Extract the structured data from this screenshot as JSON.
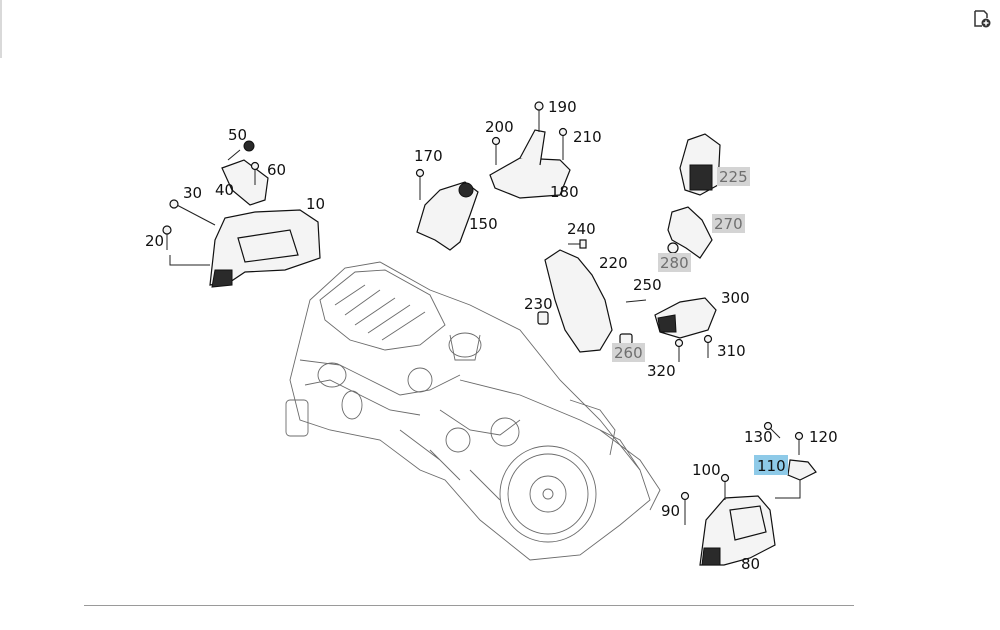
{
  "toolbar": {
    "icon": "add-page-icon"
  },
  "diagram": {
    "callouts": [
      {
        "id": "50",
        "label": "50",
        "state": "normal"
      },
      {
        "id": "60",
        "label": "60",
        "state": "normal"
      },
      {
        "id": "40",
        "label": "40",
        "state": "normal"
      },
      {
        "id": "30",
        "label": "30",
        "state": "normal"
      },
      {
        "id": "10",
        "label": "10",
        "state": "normal"
      },
      {
        "id": "20",
        "label": "20",
        "state": "normal"
      },
      {
        "id": "170",
        "label": "170",
        "state": "normal"
      },
      {
        "id": "200",
        "label": "200",
        "state": "normal"
      },
      {
        "id": "190",
        "label": "190",
        "state": "normal"
      },
      {
        "id": "210",
        "label": "210",
        "state": "normal"
      },
      {
        "id": "180",
        "label": "180",
        "state": "normal"
      },
      {
        "id": "150",
        "label": "150",
        "state": "normal"
      },
      {
        "id": "225",
        "label": "225",
        "state": "unavailable"
      },
      {
        "id": "270",
        "label": "270",
        "state": "unavailable"
      },
      {
        "id": "280",
        "label": "280",
        "state": "unavailable"
      },
      {
        "id": "240",
        "label": "240",
        "state": "normal"
      },
      {
        "id": "220",
        "label": "220",
        "state": "normal"
      },
      {
        "id": "250",
        "label": "250",
        "state": "normal"
      },
      {
        "id": "230",
        "label": "230",
        "state": "normal"
      },
      {
        "id": "300",
        "label": "300",
        "state": "normal"
      },
      {
        "id": "260",
        "label": "260",
        "state": "unavailable"
      },
      {
        "id": "310",
        "label": "310",
        "state": "normal"
      },
      {
        "id": "320",
        "label": "320",
        "state": "normal"
      },
      {
        "id": "130",
        "label": "130",
        "state": "normal"
      },
      {
        "id": "120",
        "label": "120",
        "state": "normal"
      },
      {
        "id": "100",
        "label": "100",
        "state": "normal"
      },
      {
        "id": "110",
        "label": "110",
        "state": "selected"
      },
      {
        "id": "90",
        "label": "90",
        "state": "normal"
      },
      {
        "id": "80",
        "label": "80",
        "state": "normal"
      }
    ]
  },
  "colors": {
    "selected_bg": "#8ecae8",
    "unavailable_bg": "#d4d4d4",
    "unavailable_text": "#6f6f6f",
    "line": "#222222",
    "footer_rule": "#9a9a9a"
  }
}
